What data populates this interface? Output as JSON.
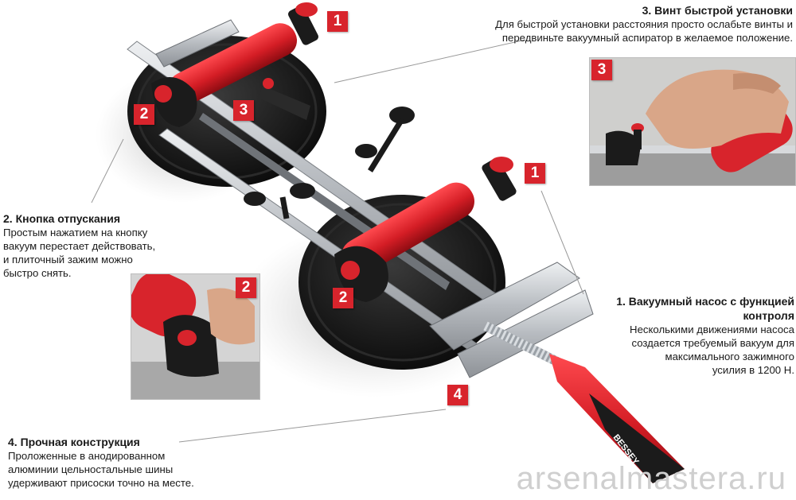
{
  "callouts": {
    "c1": {
      "title": "1. Вакуумный насос с функцией",
      "title2": "контроля",
      "lines": [
        "Несколькими движениями насоса",
        "создается требуемый вакуум для",
        "максимального зажимного",
        "усилия в 1200 Н."
      ]
    },
    "c2": {
      "title": "2. Кнопка отпускания",
      "lines": [
        "Простым нажатием на кнопку",
        "вакуум перестает действовать,",
        "и плиточный зажим можно",
        "быстро снять."
      ]
    },
    "c3": {
      "title": "3. Винт быстрой установки",
      "lines": [
        "Для быстрой установки расстояния просто ослабьте винты и",
        "передвиньте вакуумный аспиратор в желаемое положение."
      ]
    },
    "c4": {
      "title": "4. Прочная конструкция",
      "lines": [
        "Проложенные в анодированном",
        "алюминии цельностальные шины",
        "удерживают присоски точно на месте."
      ]
    }
  },
  "badges": {
    "b1": "1",
    "b2": "2",
    "b3": "3",
    "b4": "4"
  },
  "handle_brand": "BESSEY",
  "watermark": "arsenalmastera.ru",
  "colors": {
    "accent_red": "#d8242c",
    "handle_black": "#1b1b1b",
    "metal": "#c9ccd0"
  }
}
